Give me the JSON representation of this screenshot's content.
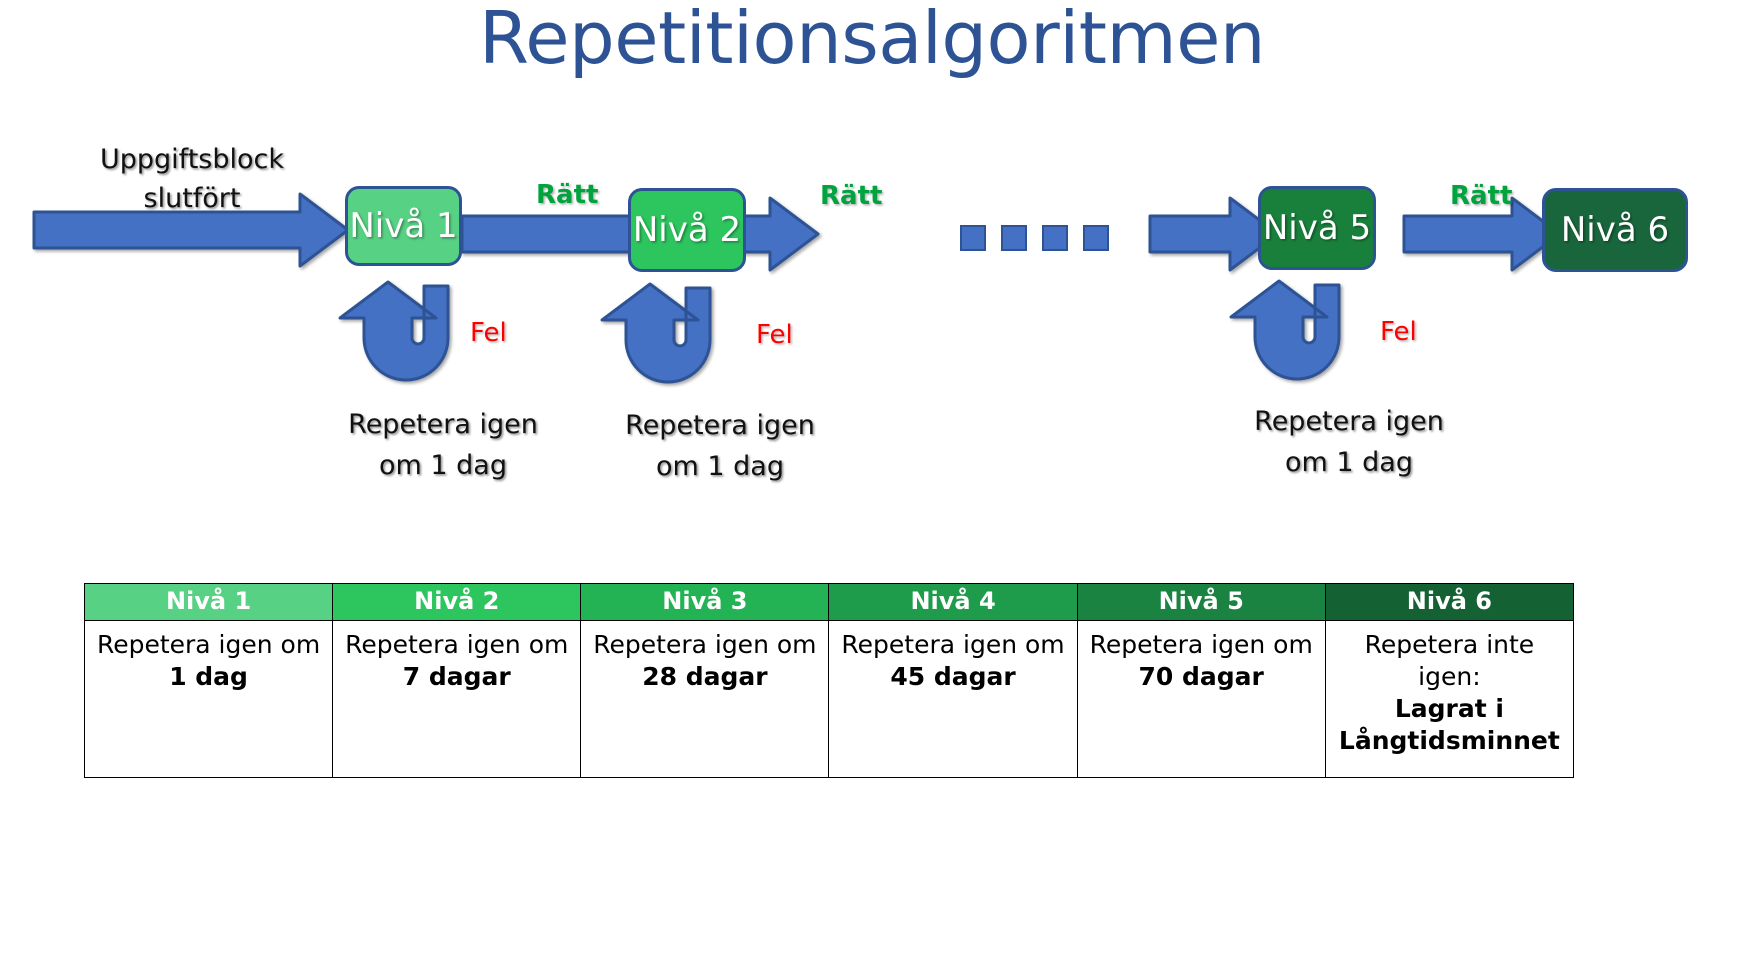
{
  "title": "Repetitionsalgoritmen",
  "colors": {
    "title": "#2E5395",
    "arrow": "#4471C4",
    "arrow_border": "#2E5395",
    "correct": "#00A33E",
    "error": "#FF0000",
    "level1": "#57D183",
    "level2": "#2DC55E",
    "level5": "#19803C",
    "level6": "#19663C"
  },
  "flow": {
    "entry_label_line1": "Uppgiftsblock",
    "entry_label_line2": "slutfört",
    "correct_label": "Rätt",
    "error_label": "Fel",
    "repeat_line1": "Repetera igen",
    "repeat_line2": "om 1 dag",
    "ellipsis_icon": "four-square-dots",
    "nodes": [
      {
        "label": "Nivå 1",
        "fill": "#57D183"
      },
      {
        "label": "Nivå 2",
        "fill": "#2DC55E"
      },
      {
        "label": "Nivå 5",
        "fill": "#19803C"
      },
      {
        "label": "Nivå 6",
        "fill": "#19663C"
      }
    ]
  },
  "table": {
    "headers": [
      {
        "label": "Nivå 1",
        "fill": "#57D183"
      },
      {
        "label": "Nivå 2",
        "fill": "#2DC55E"
      },
      {
        "label": "Nivå 3",
        "fill": "#23B355"
      },
      {
        "label": "Nivå 4",
        "fill": "#1E9B4B"
      },
      {
        "label": "Nivå 5",
        "fill": "#1A8342"
      },
      {
        "label": "Nivå 6",
        "fill": "#146234"
      }
    ],
    "rows": [
      {
        "cells": [
          {
            "top": "Repetera igen om",
            "bottom": "1 dag"
          },
          {
            "top": "Repetera igen om",
            "bottom": "7 dagar"
          },
          {
            "top": "Repetera igen om",
            "bottom": "28 dagar"
          },
          {
            "top": "Repetera igen om",
            "bottom": "45 dagar"
          },
          {
            "top": "Repetera igen om",
            "bottom": "70 dagar"
          },
          {
            "top": "Repetera inte igen:",
            "bottom": "Lagrat i\nLångtidsminnet"
          }
        ]
      }
    ]
  }
}
